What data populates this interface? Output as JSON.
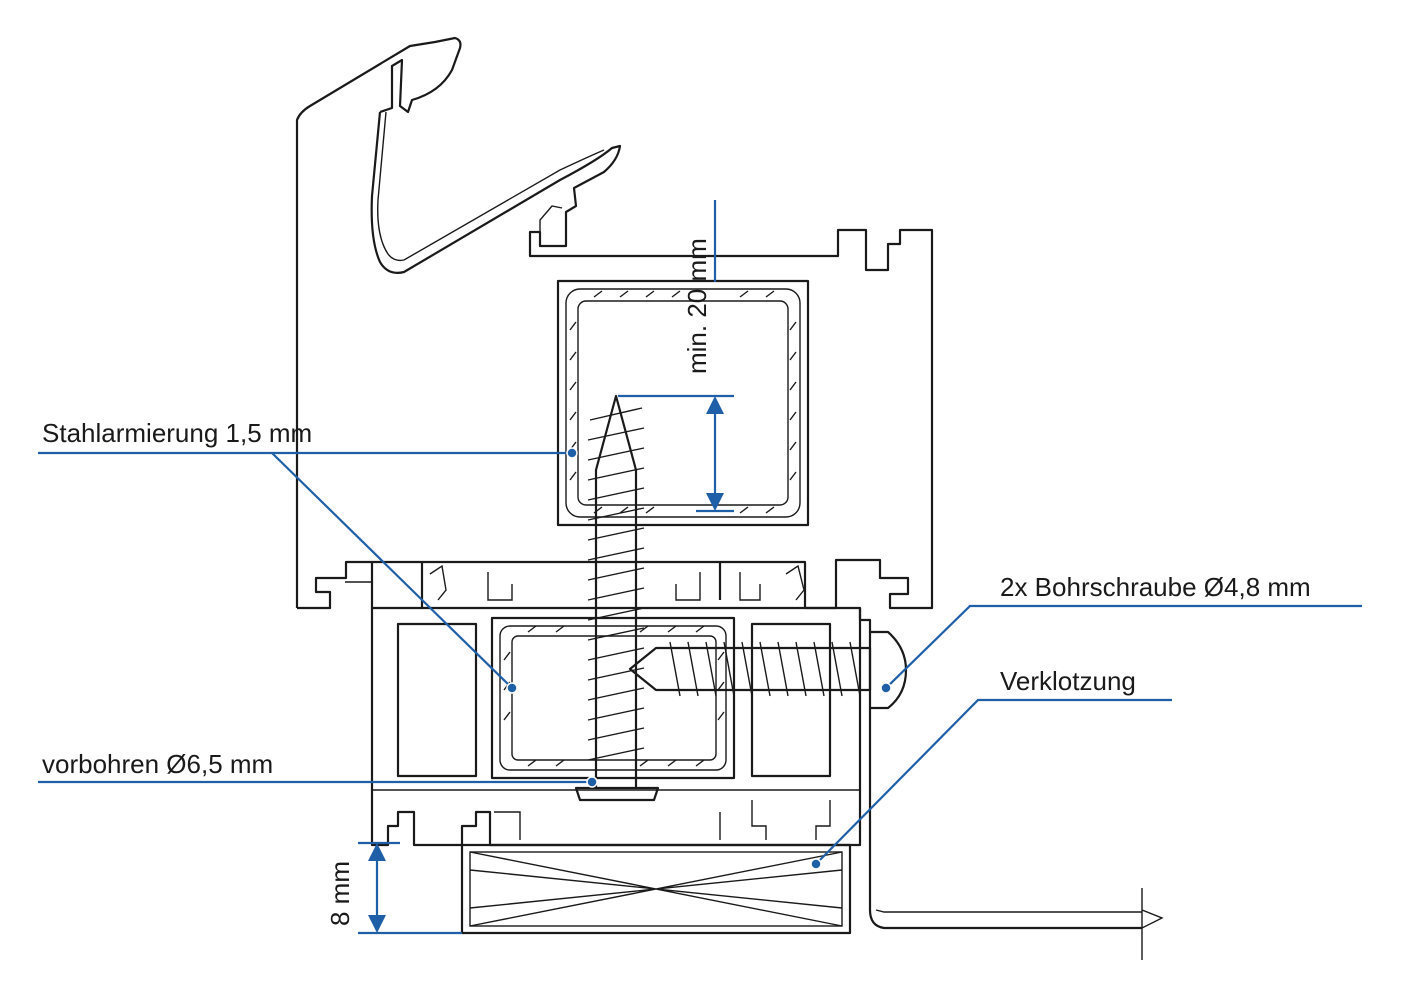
{
  "labels": {
    "steel_reinforcement": "Stahlarmierung 1,5 mm",
    "predrill": "vorbohren Ø6,5 mm",
    "drill_screw": "2x Bohrschraube Ø4,8 mm",
    "blocking": "Verklotzung",
    "min_depth": "min. 20 mm",
    "block_height": "8 mm"
  },
  "colors": {
    "annotation": "#1f5fa8",
    "outline": "#1a1a1a"
  }
}
